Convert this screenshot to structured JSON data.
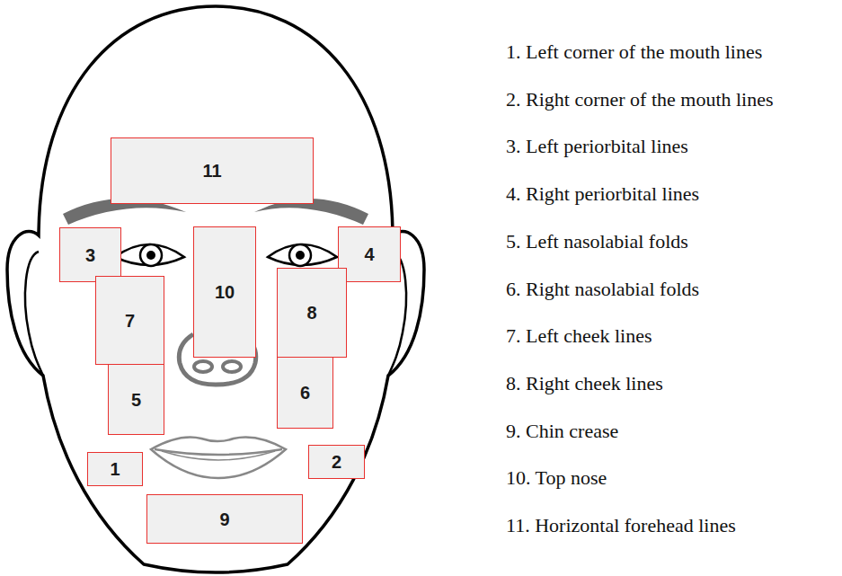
{
  "diagram": {
    "nodes": [
      {
        "text": [
          "11"
        ]
      },
      {
        "text": [
          "3"
        ]
      },
      {
        "text": [
          "10"
        ]
      },
      {
        "text": [
          "4"
        ]
      },
      {
        "text": [
          "7"
        ]
      },
      {
        "text": [
          "8"
        ]
      },
      {
        "text": [
          "5"
        ]
      },
      {
        "text": [
          "6"
        ]
      },
      {
        "text": [
          "1"
        ]
      },
      {
        "text": [
          "2"
        ]
      },
      {
        "text": [
          "9"
        ]
      }
    ],
    "labels": [
      "1. Left corner of the mouth lines",
      "2. Right corner of the mouth lines",
      "3. Left periorbital lines",
      "4. Right periorbital lines",
      "5. Left nasolabial folds",
      "6. Right nasolabial folds",
      "7. Left cheek lines",
      "8. Right cheek lines",
      "9. Chin crease",
      "10. Top nose",
      "11. Horizontal forehead lines"
    ]
  }
}
